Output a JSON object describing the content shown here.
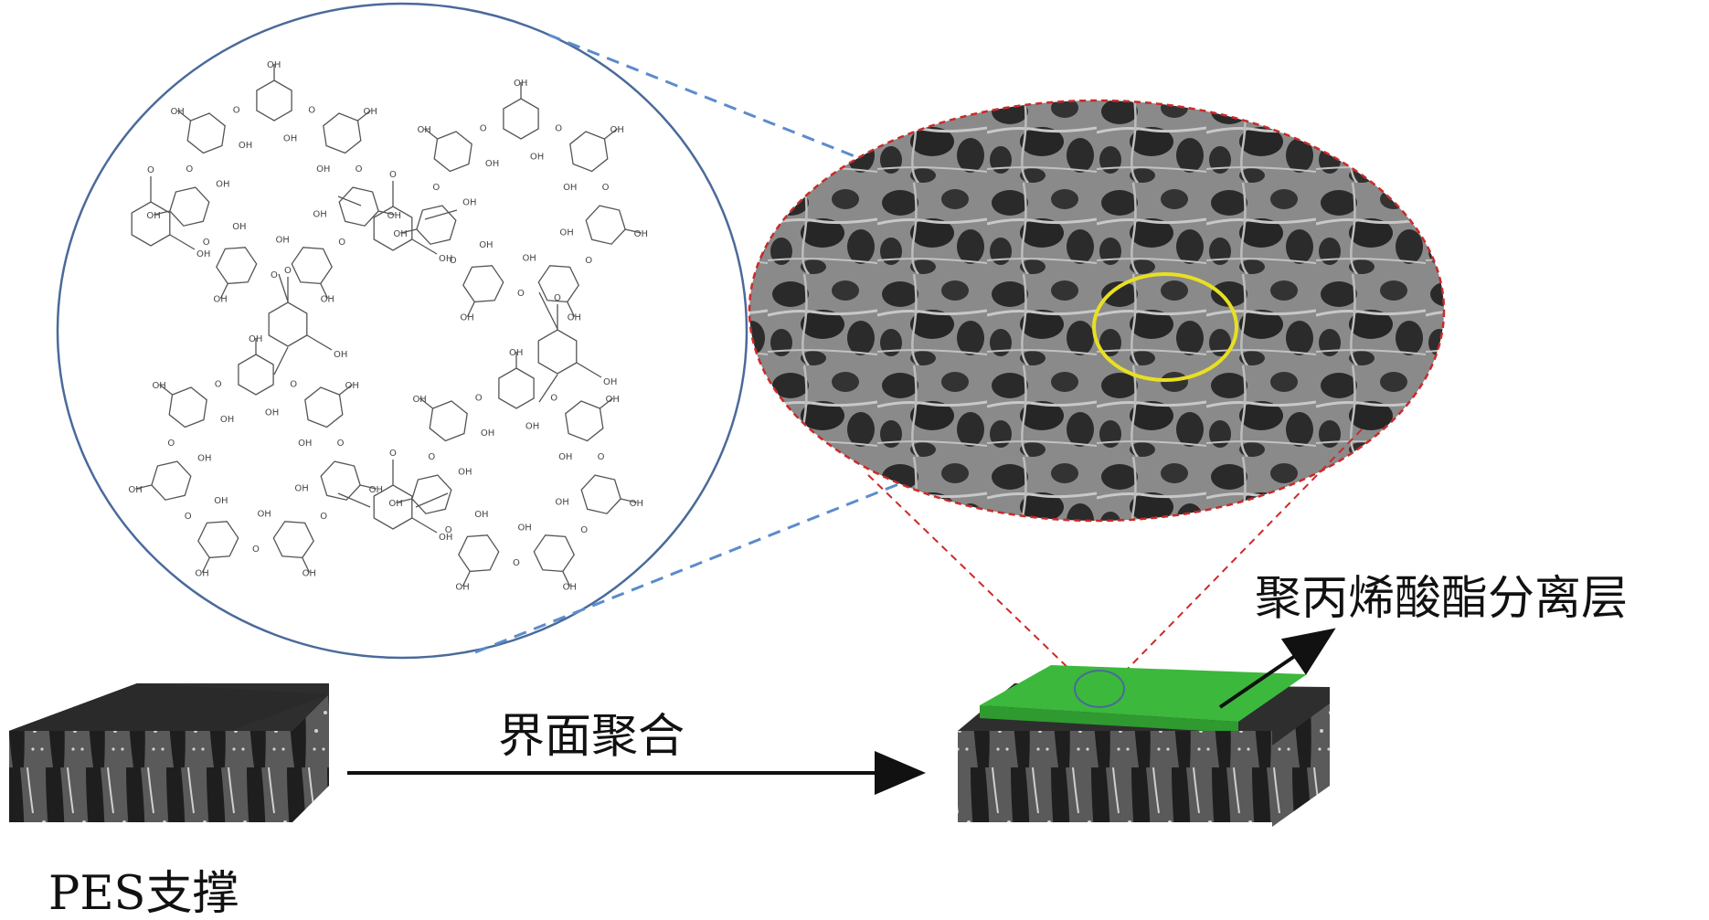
{
  "labels": {
    "support": "PES支撑",
    "process": "界面聚合",
    "layer": "聚丙烯酸酯分离层"
  },
  "chemistry": {
    "groups": [
      "OH",
      "O"
    ]
  },
  "colors": {
    "molecule_circle": "#4a6a9a",
    "zoom_dashed_blue": "#5b8ccc",
    "zoom_dashed_red": "#cc2a2a",
    "pore_highlight": "#e8e020",
    "separation_layer": "#3cb83c",
    "membrane_top": "#2e2e2e",
    "arrow": "#111111"
  }
}
